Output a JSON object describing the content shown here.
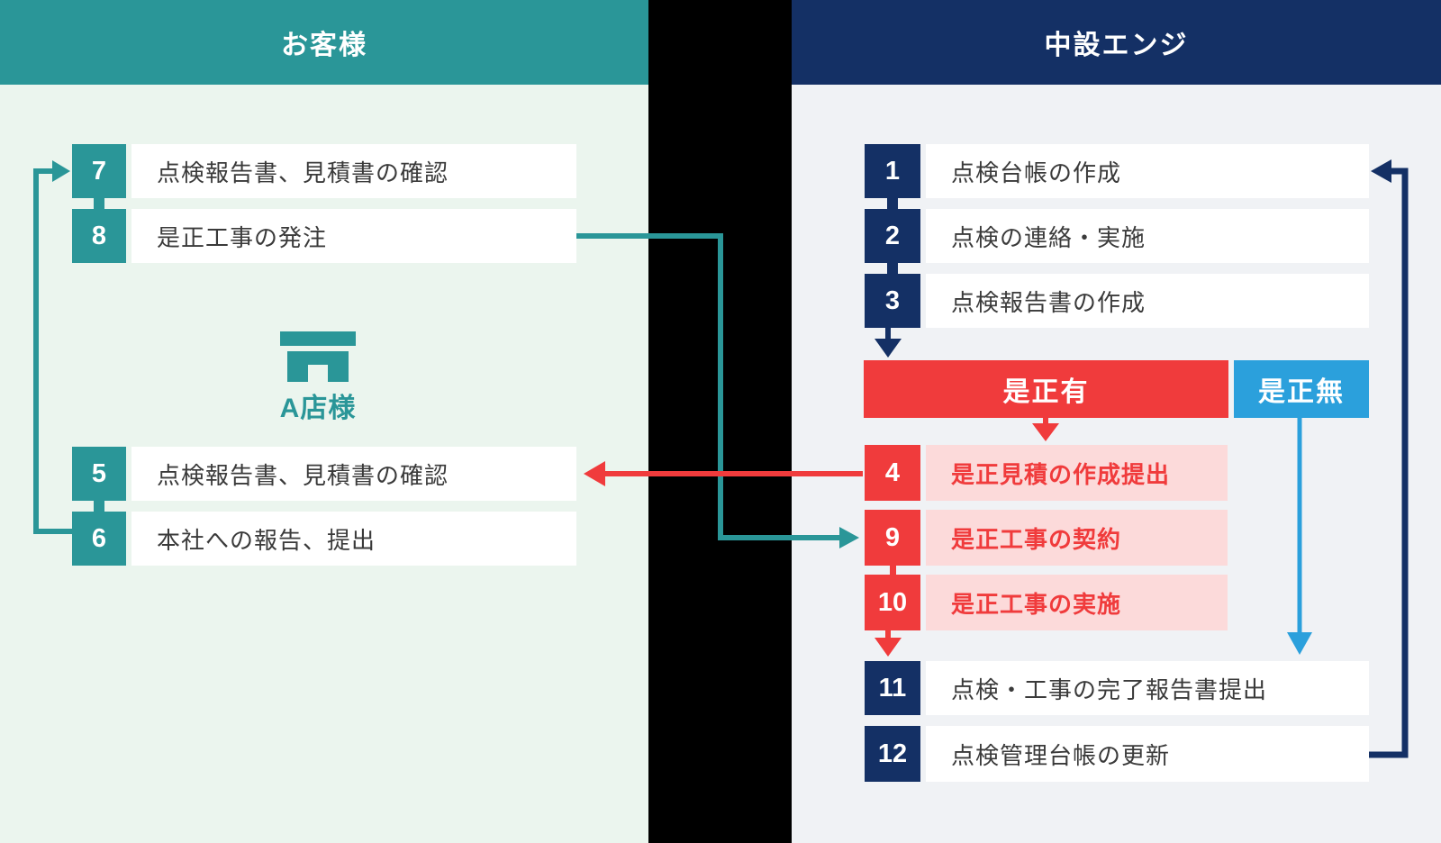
{
  "left_panel": {
    "title": "お客様",
    "steps": [
      {
        "num": "7",
        "label": "点検報告書、見積書の確認"
      },
      {
        "num": "8",
        "label": "是正工事の発注"
      },
      {
        "num": "5",
        "label": "点検報告書、見積書の確認"
      },
      {
        "num": "6",
        "label": "本社への報告、提出"
      }
    ],
    "store_label": "A店様"
  },
  "right_panel": {
    "title": "中設エンジ",
    "steps": [
      {
        "num": "1",
        "label": "点検台帳の作成"
      },
      {
        "num": "2",
        "label": "点検の連絡・実施"
      },
      {
        "num": "3",
        "label": "点検報告書の作成"
      },
      {
        "num": "4",
        "label": "是正見積の作成提出"
      },
      {
        "num": "9",
        "label": "是正工事の契約"
      },
      {
        "num": "10",
        "label": "是正工事の実施"
      },
      {
        "num": "11",
        "label": "点検・工事の完了報告書提出"
      },
      {
        "num": "12",
        "label": "点検管理台帳の更新"
      }
    ],
    "branch": {
      "yes": "是正有",
      "no": "是正無"
    }
  },
  "colors": {
    "teal": "#2a9698",
    "navy": "#143065",
    "red": "#f03b3c",
    "pink": "#fcdada",
    "blue": "#2ba0dc",
    "left_background": "#ebf5ee",
    "right_background": "#f0f2f5",
    "row_text": "#3a3a3a",
    "divider": "#000000"
  }
}
